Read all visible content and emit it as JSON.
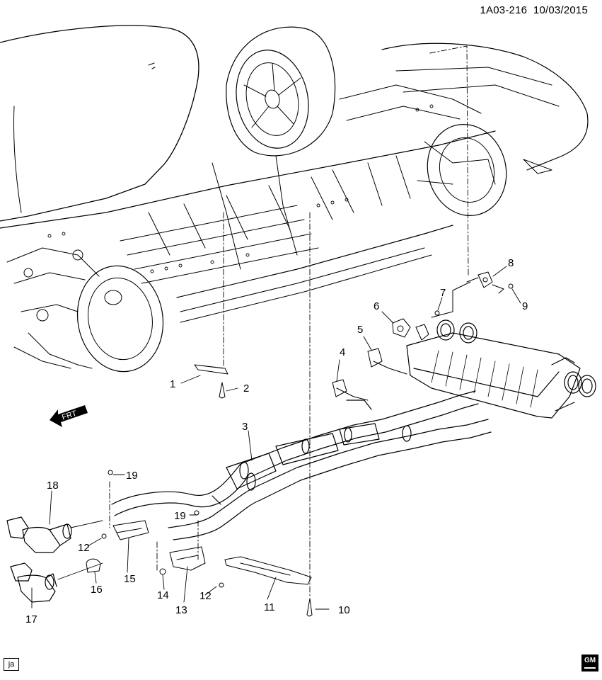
{
  "header": {
    "diagram_code": "1A03-216",
    "date": "10/03/2015"
  },
  "front_indicator": "FRT",
  "artist_tag": "ja",
  "logo_text": "GM",
  "callouts": [
    {
      "id": "c1",
      "label": "1"
    },
    {
      "id": "c2",
      "label": "2"
    },
    {
      "id": "c3",
      "label": "3"
    },
    {
      "id": "c4",
      "label": "4"
    },
    {
      "id": "c5",
      "label": "5"
    },
    {
      "id": "c6",
      "label": "6"
    },
    {
      "id": "c7",
      "label": "7"
    },
    {
      "id": "c8",
      "label": "8"
    },
    {
      "id": "c9",
      "label": "9"
    },
    {
      "id": "c10",
      "label": "10"
    },
    {
      "id": "c11",
      "label": "11"
    },
    {
      "id": "c12a",
      "label": "12"
    },
    {
      "id": "c12b",
      "label": "12"
    },
    {
      "id": "c13",
      "label": "13"
    },
    {
      "id": "c14",
      "label": "14"
    },
    {
      "id": "c15",
      "label": "15"
    },
    {
      "id": "c16",
      "label": "16"
    },
    {
      "id": "c17",
      "label": "17"
    },
    {
      "id": "c18",
      "label": "18"
    },
    {
      "id": "c19a",
      "label": "19"
    },
    {
      "id": "c19b",
      "label": "19"
    }
  ]
}
